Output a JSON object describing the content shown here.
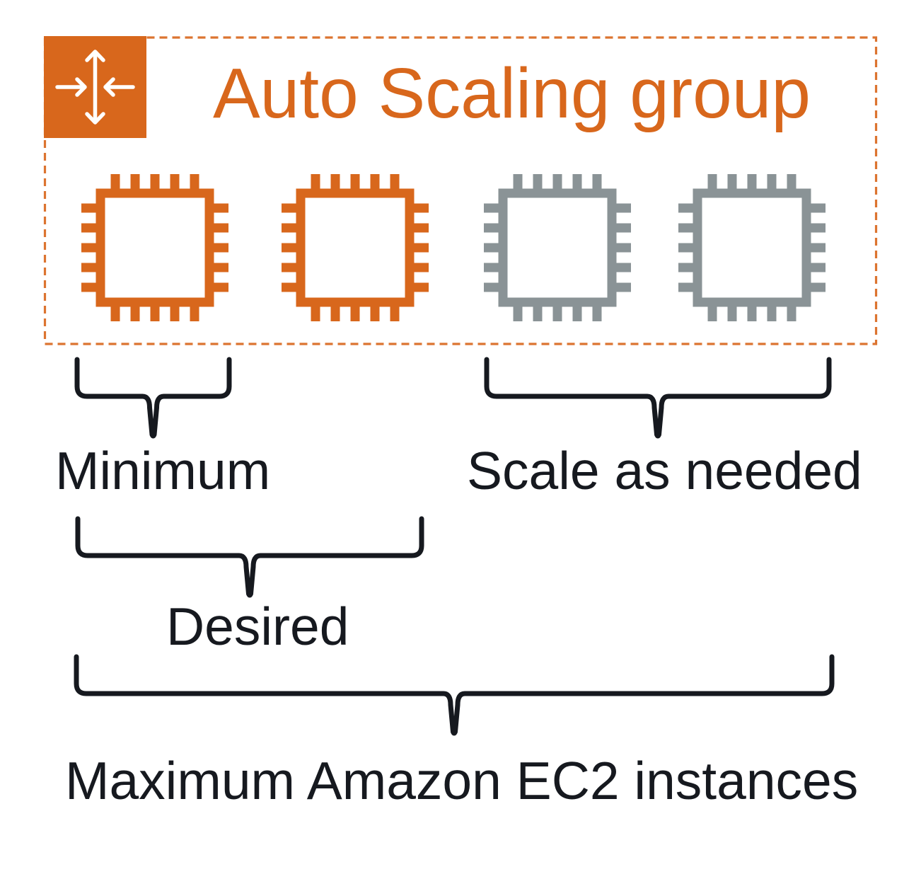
{
  "colors": {
    "accent_orange": "#D8671C",
    "border_orange": "#DC7430",
    "inactive_gray": "#8A9396",
    "ink": "#16191F",
    "background": "#FFFFFF"
  },
  "group": {
    "title": "Auto Scaling group",
    "icon": "auto-scaling-group-icon",
    "instances": [
      {
        "id": 1,
        "icon": "ec2-instance-icon",
        "state": "active"
      },
      {
        "id": 2,
        "icon": "ec2-instance-icon",
        "state": "active"
      },
      {
        "id": 3,
        "icon": "ec2-instance-icon",
        "state": "potential"
      },
      {
        "id": 4,
        "icon": "ec2-instance-icon",
        "state": "potential"
      }
    ]
  },
  "annotations": {
    "minimum": {
      "label": "Minimum"
    },
    "scale_as_needed": {
      "label": "Scale as needed"
    },
    "desired": {
      "label": "Desired"
    },
    "maximum": {
      "label": "Maximum Amazon EC2 instances"
    }
  }
}
